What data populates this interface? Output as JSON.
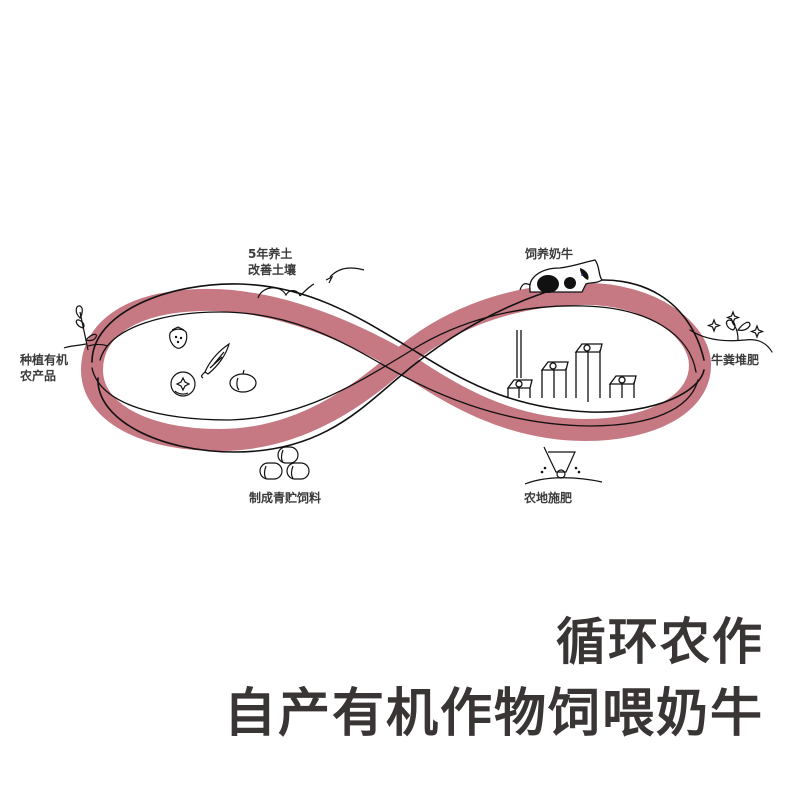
{
  "colors": {
    "ribbon": "#c67883",
    "line": "#111111",
    "text": "#3a3535",
    "background": "#ffffff"
  },
  "diagram": {
    "type": "infinity-loop-cycle",
    "steps": [
      {
        "id": "plant",
        "label_lines": [
          "种植有机",
          "农产品"
        ],
        "icon": "plant-sprig-icon"
      },
      {
        "id": "soil",
        "label_lines": [
          "5年养土",
          "改善土壤"
        ],
        "icon": "cloud-soil-icon"
      },
      {
        "id": "feed_cow",
        "label_lines": [
          "饲养奶牛"
        ],
        "icon": "cow-icon"
      },
      {
        "id": "compost",
        "label_lines": [
          "牛粪堆肥"
        ],
        "icon": "sprout-sparkle-icon"
      },
      {
        "id": "fertilize",
        "label_lines": [
          "农地施肥"
        ],
        "icon": "fertilizer-spreader-icon"
      },
      {
        "id": "silage",
        "label_lines": [
          "制成青贮饲料"
        ],
        "icon": "hay-bales-icon"
      }
    ],
    "left_loop_icons": [
      "strawberry-icon",
      "corn-icon",
      "blueberry-icon",
      "pumpkin-icon"
    ],
    "right_loop_icons": [
      "milk-carton-icon",
      "milk-carton-icon",
      "milk-carton-icon",
      "milk-carton-icon"
    ]
  },
  "headline": {
    "line1": "循环农作",
    "line2": "自产有机作物饲喂奶牛"
  }
}
